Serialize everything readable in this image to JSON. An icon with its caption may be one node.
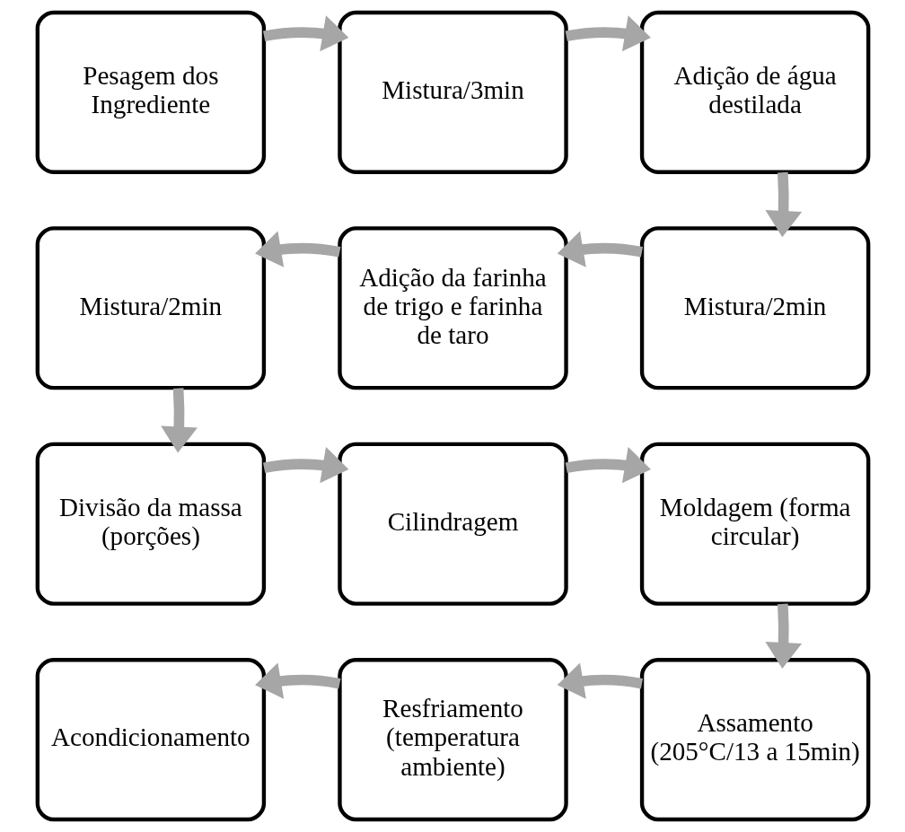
{
  "diagram": {
    "nodes": [
      {
        "text": [
          "Pesagem dos Ingrediente"
        ]
      },
      {
        "text": [
          "Mistura/3min"
        ]
      },
      {
        "text": [
          "Adição de água destilada"
        ]
      },
      {
        "text": [
          "Mistura/2min"
        ]
      },
      {
        "text": [
          "Adição da farinha de trigo e farinha de taro"
        ]
      },
      {
        "text": [
          "Mistura/2min"
        ]
      },
      {
        "text": [
          "Divisão da massa (porções)"
        ]
      },
      {
        "text": [
          "Cilindragem"
        ]
      },
      {
        "text": [
          "Moldagem (forma circular)"
        ]
      },
      {
        "text": [
          "Acondicionamento"
        ]
      },
      {
        "text": [
          "Resfriamento (temperatura ambiente)"
        ]
      },
      {
        "text": [
          "Assamento (205°C/13 a 15min)"
        ]
      }
    ],
    "edges": [
      {
        "from": 0,
        "to": 1,
        "arrow": "to"
      },
      {
        "from": 1,
        "to": 2,
        "arrow": "to"
      },
      {
        "from": 2,
        "to": 5,
        "arrow": "to"
      },
      {
        "from": 5,
        "to": 4,
        "arrow": "to"
      },
      {
        "from": 4,
        "to": 3,
        "arrow": "to"
      },
      {
        "from": 3,
        "to": 6,
        "arrow": "to"
      },
      {
        "from": 6,
        "to": 7,
        "arrow": "to"
      },
      {
        "from": 7,
        "to": 8,
        "arrow": "to"
      },
      {
        "from": 8,
        "to": 11,
        "arrow": "to"
      },
      {
        "from": 11,
        "to": 10,
        "arrow": "to"
      },
      {
        "from": 10,
        "to": 9,
        "arrow": "to"
      }
    ]
  }
}
